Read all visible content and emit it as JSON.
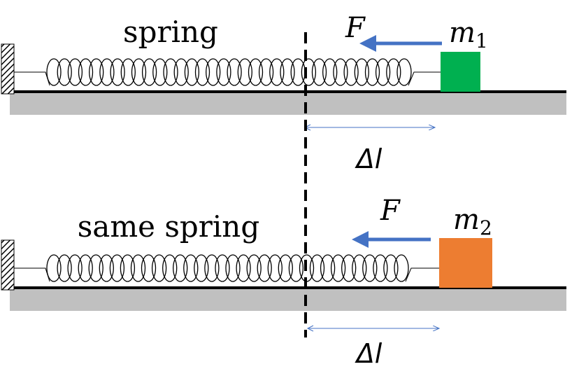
{
  "colors": {
    "floor": "#c0c0c0",
    "line": "#000000",
    "force_arrow": "#4472c4",
    "dim_arrow": "#4472c4",
    "mass1": "#00b050",
    "mass2": "#ed7d31",
    "dashed_line": "#000000"
  },
  "top": {
    "label": "spring",
    "force_label": "F",
    "mass_label_base": "m",
    "mass_label_sub": "1",
    "dl_label": "Δl"
  },
  "bottom": {
    "label": "same spring",
    "force_label": "F",
    "mass_label_base": "m",
    "mass_label_sub": "2",
    "dl_label": "Δl"
  }
}
